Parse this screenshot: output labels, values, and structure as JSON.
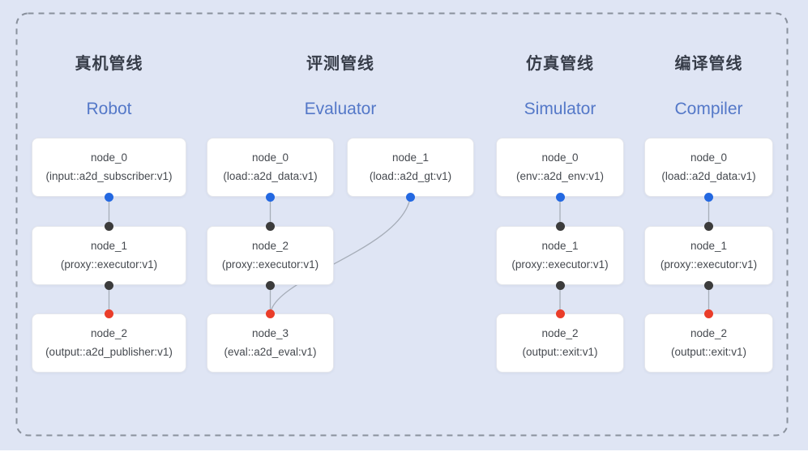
{
  "page": {
    "background": "#dfe5f4",
    "frame_border_color": "#8a919d"
  },
  "colors": {
    "port_blue": "#2368e1",
    "port_black": "#3c3c3c",
    "port_red": "#ea3d2a",
    "edge_gray": "#a6adb8",
    "card_border": "#e4e6ec",
    "text_dark": "#45494f",
    "title_zh": "#373d49",
    "title_en": "#5478c8"
  },
  "pipelines": [
    {
      "title_zh": "真机管线",
      "title_en": "Robot",
      "nodes": [
        {
          "name": "node_0",
          "type": "(input::a2d_subscriber:v1)"
        },
        {
          "name": "node_1",
          "type": "(proxy::executor:v1)"
        },
        {
          "name": "node_2",
          "type": "(output::a2d_publisher:v1)"
        }
      ]
    },
    {
      "title_zh": "评测管线",
      "title_en": "Evaluator",
      "nodes": [
        {
          "name": "node_0",
          "type": "(load::a2d_data:v1)"
        },
        {
          "name": "node_1",
          "type": "(load::a2d_gt:v1)"
        },
        {
          "name": "node_2",
          "type": "(proxy::executor:v1)"
        },
        {
          "name": "node_3",
          "type": "(eval::a2d_eval:v1)"
        }
      ]
    },
    {
      "title_zh": "仿真管线",
      "title_en": "Simulator",
      "nodes": [
        {
          "name": "node_0",
          "type": "(env::a2d_env:v1)"
        },
        {
          "name": "node_1",
          "type": "(proxy::executor:v1)"
        },
        {
          "name": "node_2",
          "type": "(output::exit:v1)"
        }
      ]
    },
    {
      "title_zh": "编译管线",
      "title_en": "Compiler",
      "nodes": [
        {
          "name": "node_0",
          "type": "(load::a2d_data:v1)"
        },
        {
          "name": "node_1",
          "type": "(proxy::executor:v1)"
        },
        {
          "name": "node_2",
          "type": "(output::exit:v1)"
        }
      ]
    }
  ]
}
